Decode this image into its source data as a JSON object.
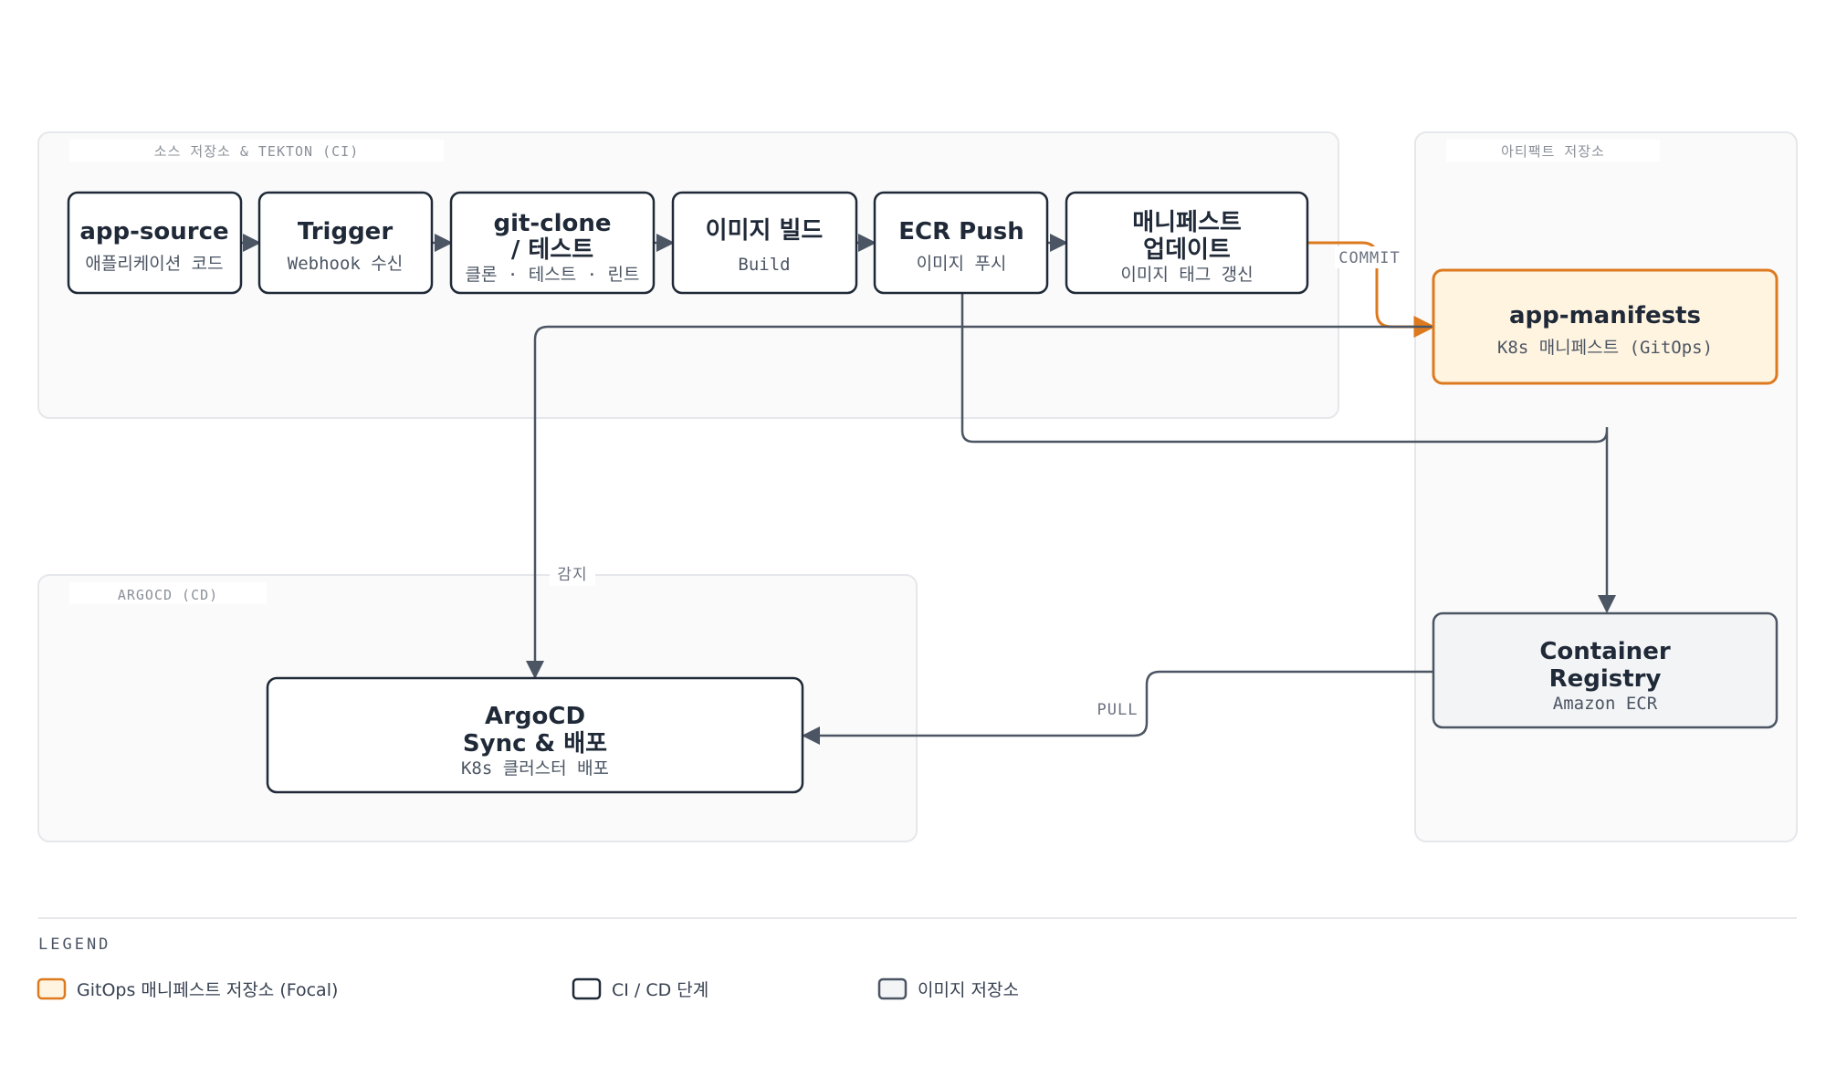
{
  "groups": {
    "ci": {
      "title": "소스 저장소 & TEKTON (CI)"
    },
    "artifacts": {
      "title": "아티팩트 저장소"
    },
    "cd": {
      "title": "ARGOCD (CD)"
    }
  },
  "nodes": {
    "app_source": {
      "title": "app-source",
      "sub": "애플리케이션 코드"
    },
    "trigger": {
      "title": "Trigger",
      "sub": "Webhook 수신"
    },
    "git_clone": {
      "title_line1": "git-clone",
      "title_line2": "/ 테스트",
      "sub": "클론 · 테스트 · 린트"
    },
    "image_build": {
      "title": "이미지 빌드",
      "sub": "Build"
    },
    "ecr_push": {
      "title": "ECR Push",
      "sub": "이미지 푸시"
    },
    "manifest_update": {
      "title_line1": "매니페스트",
      "title_line2": "업데이트",
      "sub": "이미지 태그 갱신"
    },
    "app_manifests": {
      "title": "app-manifests",
      "sub": "K8s 매니페스트 (GitOps)"
    },
    "container_registry": {
      "title_line1": "Container",
      "title_line2": "Registry",
      "sub": "Amazon ECR"
    },
    "argocd": {
      "title_line1": "ArgoCD",
      "title_line2": "Sync & 배포",
      "sub": "K8s 클러스터 배포"
    }
  },
  "edges": {
    "commit": "COMMIT",
    "detect": "감지",
    "pull": "PULL"
  },
  "legend": {
    "title": "LEGEND",
    "items": [
      {
        "label": "GitOps 매니페스트 저장소 (Focal)"
      },
      {
        "label": "CI / CD 단계"
      },
      {
        "label": "이미지 저장소"
      }
    ]
  },
  "colors": {
    "accent": "#dd7a1f",
    "accent_fill": "#fff4e0",
    "node_stroke": "#1f2937",
    "edge": "#4b5563",
    "group_fill": "#fafafa",
    "group_stroke": "#e5e7eb",
    "registry_fill": "#f3f4f6"
  }
}
